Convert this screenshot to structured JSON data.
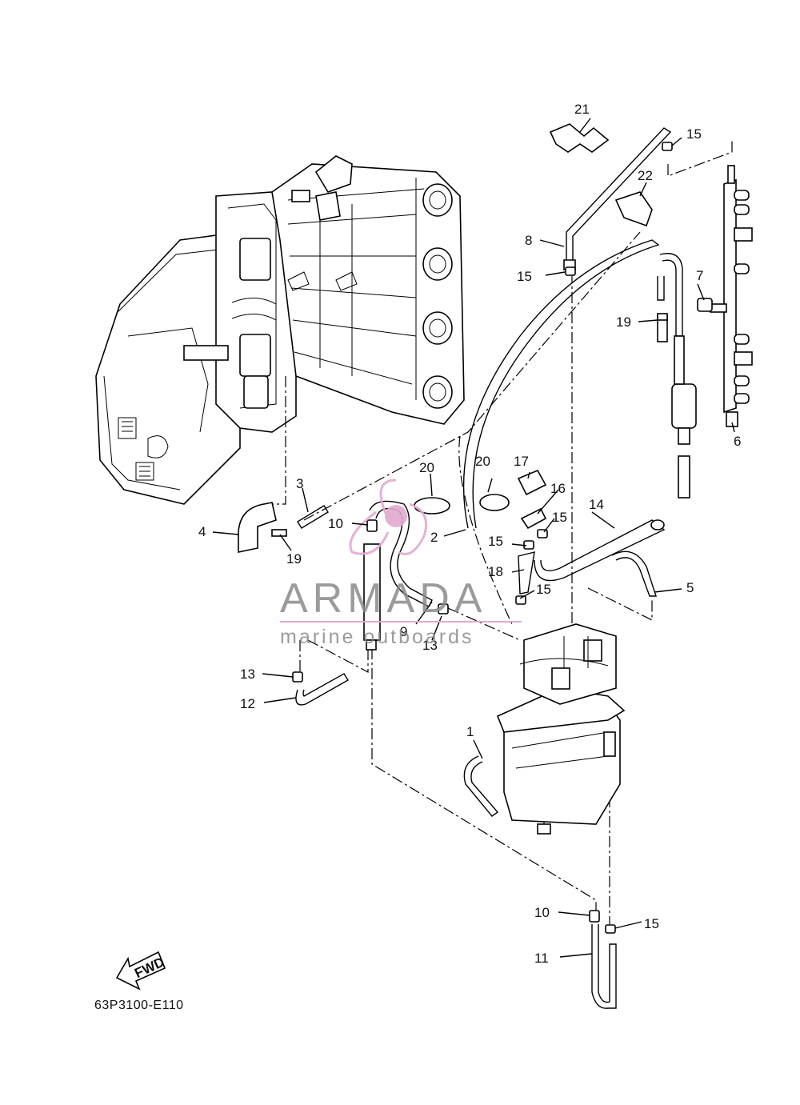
{
  "diagram_code": "63P3100-E110",
  "fwd_badge": "FWD",
  "watermark": {
    "brand": "ARMADA",
    "subtitle": "marine outboards",
    "accent_color": "#e3a9cf"
  },
  "part_labels": [
    "21",
    "15",
    "22",
    "8",
    "15",
    "7",
    "19",
    "6",
    "3",
    "20",
    "20",
    "17",
    "16",
    "15",
    "14",
    "4",
    "19",
    "10",
    "2",
    "15",
    "18",
    "5",
    "15",
    "9",
    "13",
    "13",
    "12",
    "1",
    "10",
    "15",
    "11"
  ]
}
